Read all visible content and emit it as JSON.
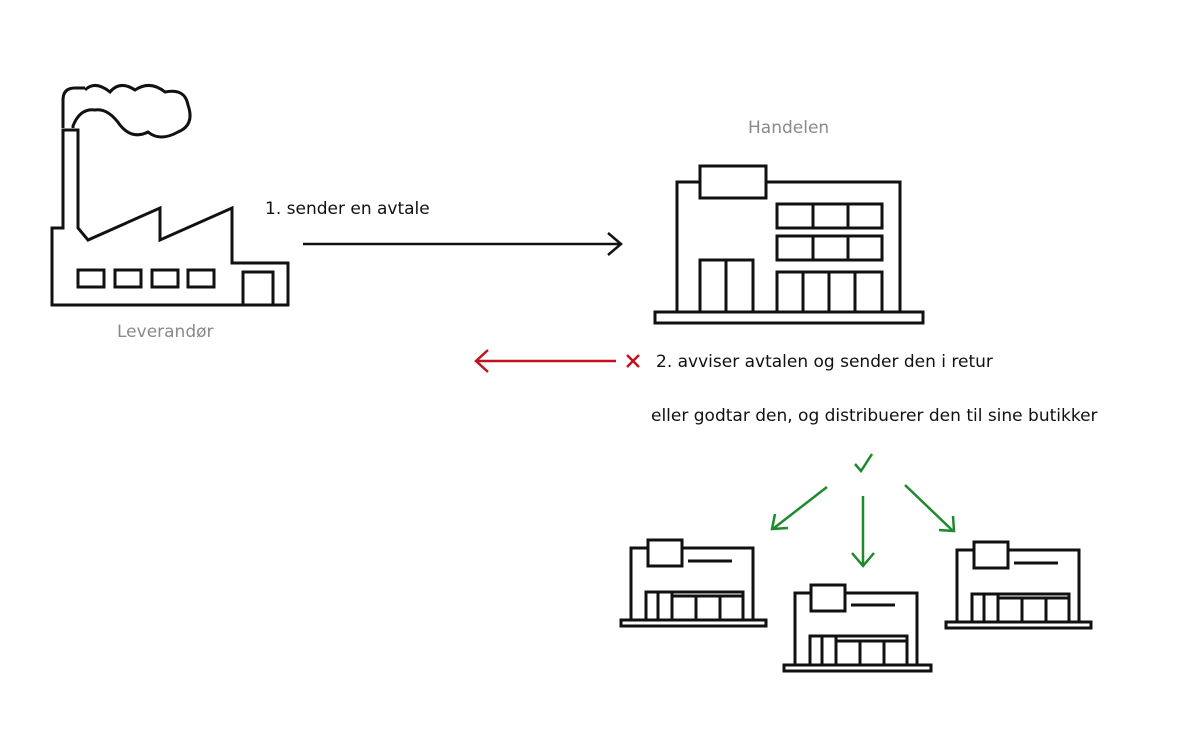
{
  "supplier": {
    "label": "Leverandør"
  },
  "retailer": {
    "label": "Handelen"
  },
  "steps": {
    "send": "1. sender en avtale",
    "reject": "2. avviser avtalen og sender den i retur",
    "accept": "eller godtar den, og distribuerer den til sine butikker"
  },
  "symbols": {
    "reject": "✕",
    "accept": "✓"
  },
  "colors": {
    "stroke": "#111111",
    "muted_text": "#8a8a8a",
    "reject": "#c0141c",
    "accept": "#1e8a2e"
  },
  "icons": {
    "supplier": "factory-icon",
    "retailer": "office-building-icon",
    "stores": [
      "store-icon",
      "store-icon",
      "store-icon"
    ]
  }
}
